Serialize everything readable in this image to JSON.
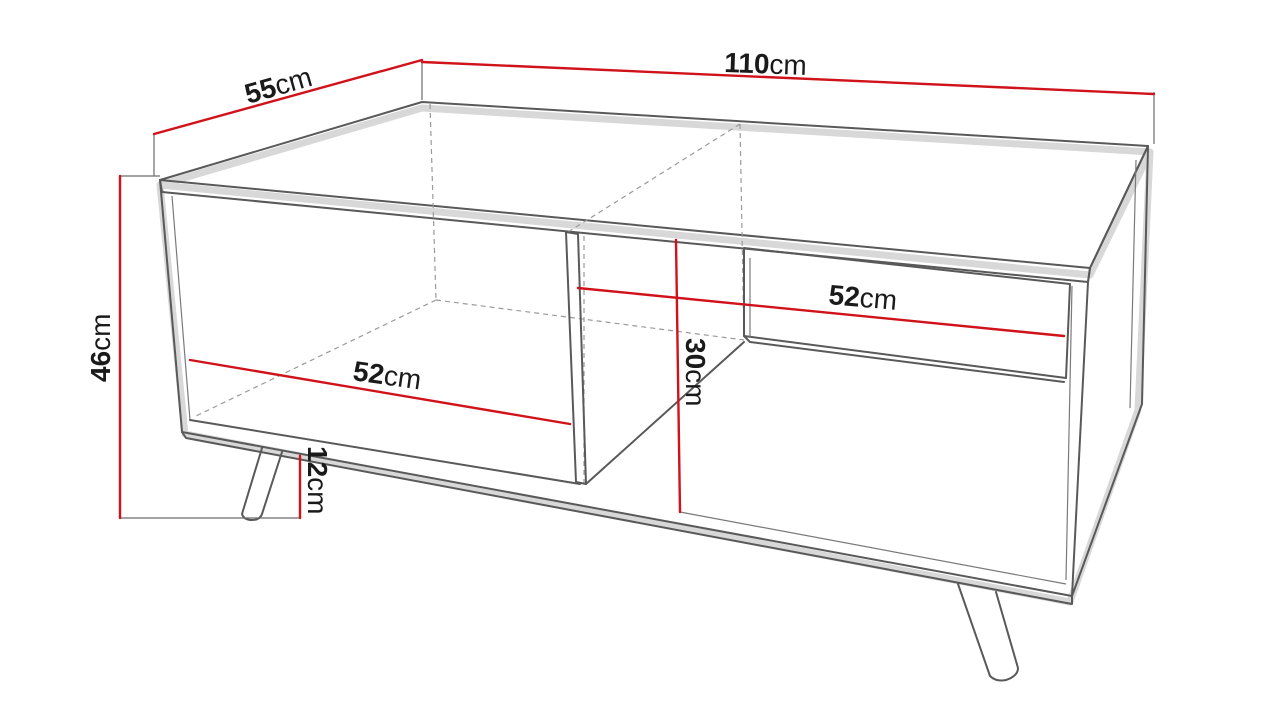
{
  "diagram": {
    "dimensions": {
      "width": {
        "value": "110",
        "unit": "cm"
      },
      "depth": {
        "value": "55",
        "unit": "cm"
      },
      "height": {
        "value": "46",
        "unit": "cm"
      },
      "leg_height": {
        "value": "12",
        "unit": "cm"
      },
      "left_shelf_width": {
        "value": "52",
        "unit": "cm"
      },
      "right_drawer_width": {
        "value": "52",
        "unit": "cm"
      },
      "compartment_height": {
        "value": "30",
        "unit": "cm"
      }
    },
    "colors": {
      "dimension_line": "#d0121b",
      "outline": "#595959",
      "hidden_edge": "#9a9a9a",
      "text": "#1a1a1a"
    }
  }
}
